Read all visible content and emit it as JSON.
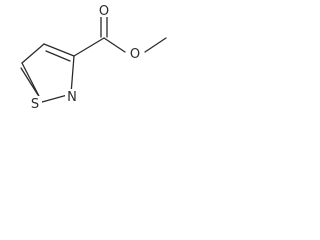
{
  "molecule": {
    "atoms": {
      "carbonyl_oxygen": "O",
      "ester_oxygen": "O",
      "ring_nitrogen": "N",
      "ring_sulfur": "S"
    }
  }
}
